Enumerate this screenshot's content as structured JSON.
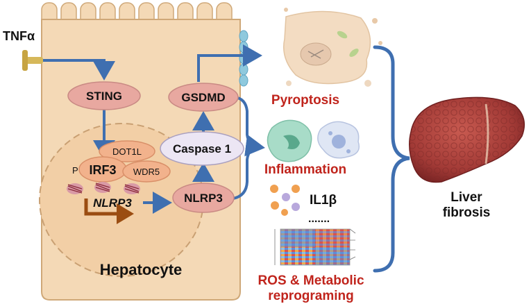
{
  "stimulus": "TNFα",
  "cell_label": "Hepatocyte",
  "nodes": {
    "sting": "STING",
    "gsdmd": "GSDMD",
    "caspase1": "Caspase 1",
    "nlrp3_protein": "NLRP3",
    "dot1l": "DOT1L",
    "irf3": "IRF3",
    "wdr5": "WDR5",
    "phospho": "P",
    "nlrp3_gene": "NLRP3"
  },
  "outcomes": {
    "pyroptosis": "Pyroptosis",
    "inflammation": "Inflammation",
    "il1b": "IL1β",
    "ellipsis": ".......",
    "ros_line1": "ROS & Metabolic",
    "ros_line2": "reprograming"
  },
  "result": {
    "line1": "Liver",
    "line2": "fibrosis"
  },
  "colors": {
    "cell_fill": "#f4d9b6",
    "cell_stroke": "#cfa878",
    "nucleus_stroke": "#c9a073",
    "node_pink": "#e8a8a0",
    "node_lavender": "#ece6f4",
    "node_salmon": "#f2b28c",
    "arrow_blue": "#3f6fb0",
    "gene_arrow": "#9b4d12",
    "outcome_red": "#c0241c",
    "liver": "#a23a36",
    "pore": "#8fc9dd"
  }
}
